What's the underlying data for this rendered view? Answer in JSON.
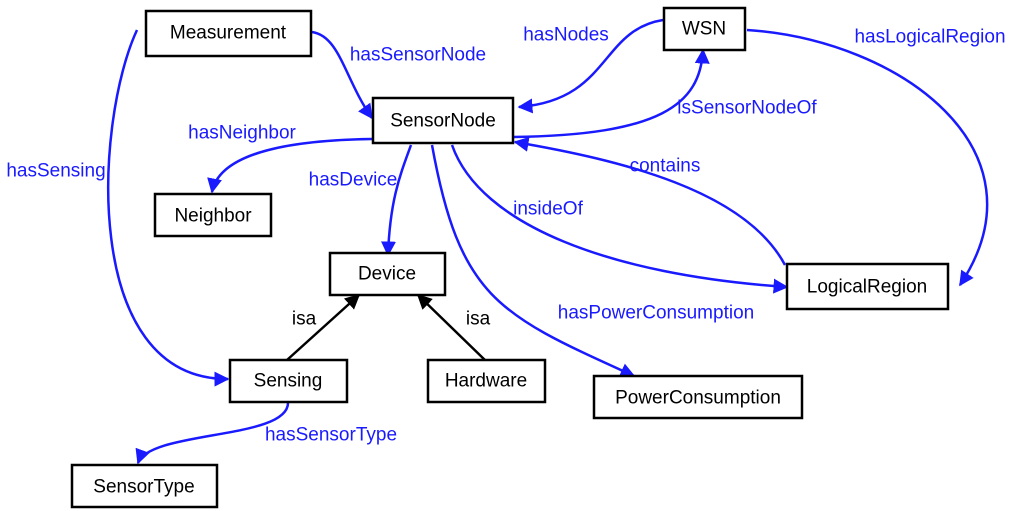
{
  "colors": {
    "relation": "#1a1aff",
    "isa": "#000000",
    "node_border": "#000000",
    "text": "#000000"
  },
  "nodes": {
    "measurement": "Measurement",
    "wsn": "WSN",
    "sensornode": "SensorNode",
    "neighbor": "Neighbor",
    "device": "Device",
    "logicalregion": "LogicalRegion",
    "sensing": "Sensing",
    "hardware": "Hardware",
    "powerconsumption": "PowerConsumption",
    "sensortype": "SensorType"
  },
  "edges": {
    "hasSensorNode": "hasSensorNode",
    "hasNodes": "hasNodes",
    "hasLogicalRegion": "hasLogicalRegion",
    "isSensorNodeOf": "isSensorNodeOf",
    "hasNeighbor": "hasNeighbor",
    "hasSensing": "hasSensing",
    "hasDevice": "hasDevice",
    "contains": "contains",
    "insideOf": "insideOf",
    "isa_sensing": "isa",
    "isa_hardware": "isa",
    "hasPowerConsumption": "hasPowerConsumption",
    "hasSensorType": "hasSensorType"
  }
}
